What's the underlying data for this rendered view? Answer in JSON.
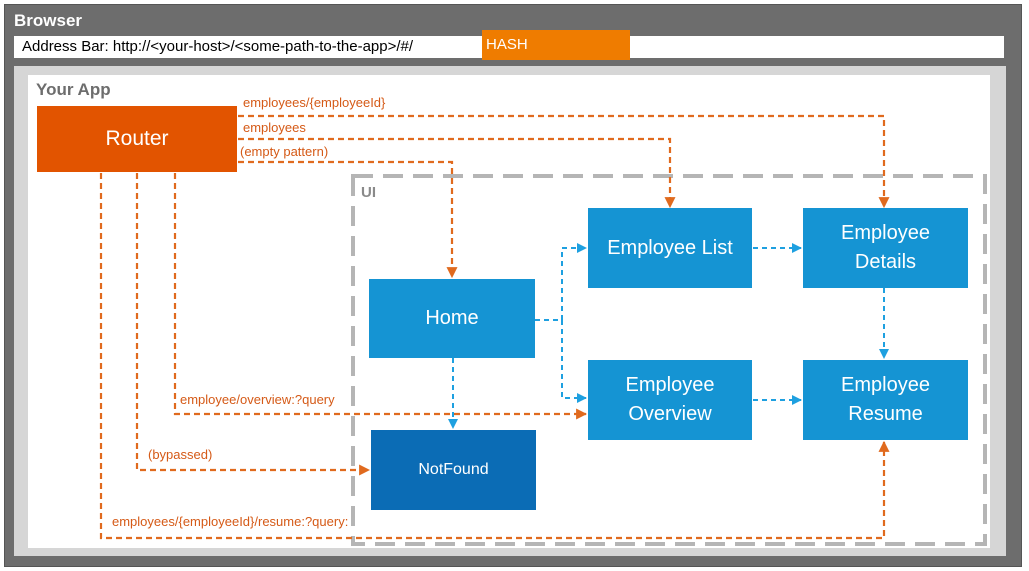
{
  "browser": {
    "title": "Browser",
    "address_bar": {
      "prefix": "Address Bar: http://<your-host>/<some-path-to-the-app>/#/",
      "hash": "HASH"
    }
  },
  "app": {
    "title": "Your App",
    "ui_title": "UI"
  },
  "nodes": {
    "router": "Router",
    "home": "Home",
    "employee_list": "Employee List",
    "employee_details": "Employee Details",
    "employee_overview": "Employee Overview",
    "employee_resume": "Employee Resume",
    "not_found": "NotFound"
  },
  "routes": {
    "employee_id": "employees/{employeeId}",
    "employees": "employees",
    "empty": "(empty pattern)",
    "overview": "employee/overview:?query",
    "bypassed": "(bypassed)",
    "resume": "employees/{employeeId}/resume:?query:"
  },
  "colors": {
    "router": "#e25400",
    "route_line": "#e06a1e",
    "node": "#1594d3",
    "not_found": "#0b6cb5",
    "hash": "#ef7c00",
    "nav_line": "#1ea0e0"
  }
}
